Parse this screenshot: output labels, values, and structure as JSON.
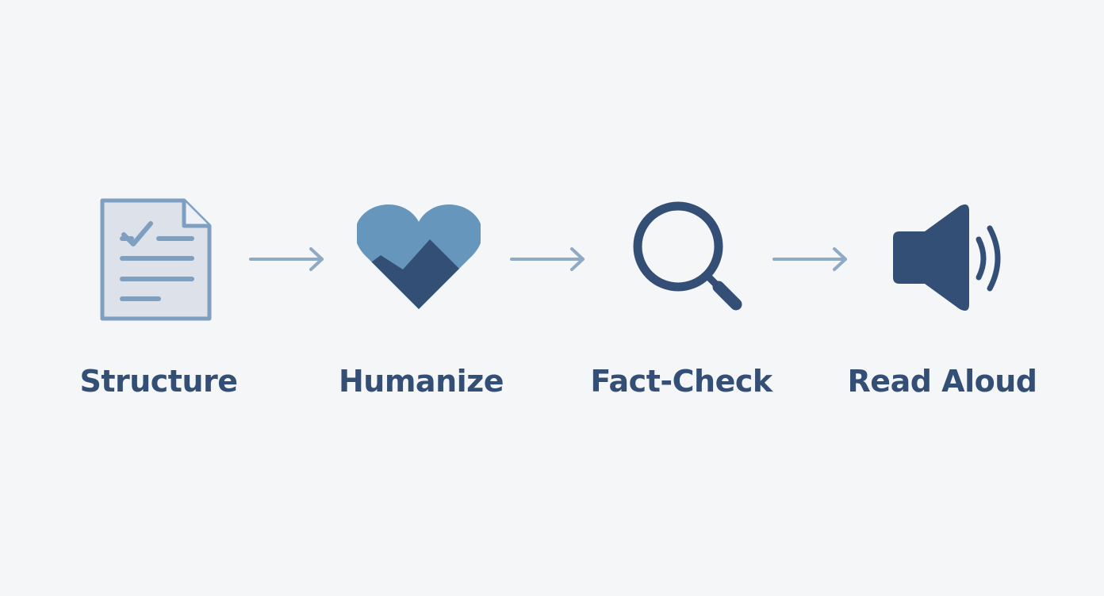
{
  "steps": [
    {
      "label": "Structure",
      "icon": "document-checklist-icon"
    },
    {
      "label": "Humanize",
      "icon": "heart-icon"
    },
    {
      "label": "Fact-Check",
      "icon": "magnifying-glass-icon"
    },
    {
      "label": "Read Aloud",
      "icon": "speaker-icon"
    }
  ],
  "colors": {
    "background": "#f5f6f7",
    "dark_blue": "#344f76",
    "mid_blue": "#6796bd",
    "light_blue": "#7f9fc1",
    "arrow": "#8eaac4",
    "doc_fill": "#dde1ea"
  }
}
